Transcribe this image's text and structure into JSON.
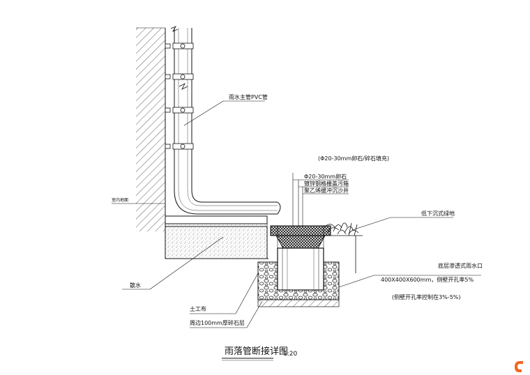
{
  "labels": {
    "downpipe": "雨水主管PVC管",
    "indoor_ground": "室内地面",
    "gravel_note": "(Φ20-30mm卵石/碎石填充)",
    "gravel": "Φ20-30mm卵石",
    "grate": "镀锌钢格栅盖污箱",
    "sump": "聚乙烯缓冲沉沙井",
    "sunken_green": "低下沉式绿地",
    "infiltration_inlet": "底层渗透式雨水口",
    "inlet_size": "400X400X600mm，侧壁开孔率5%",
    "perforation_note": "(侧壁开孔率控制在3%-5%)",
    "waterproof": "散水",
    "geotextile": "土工布",
    "gravel_layer": "周边100mm厚碎石层"
  },
  "title": {
    "text": "雨落管断接详图",
    "scale": "1:20"
  },
  "colors": {
    "line": "#111111",
    "logo": "#f26522"
  },
  "icons": {
    "corner_logo": "logo-mark-icon"
  }
}
